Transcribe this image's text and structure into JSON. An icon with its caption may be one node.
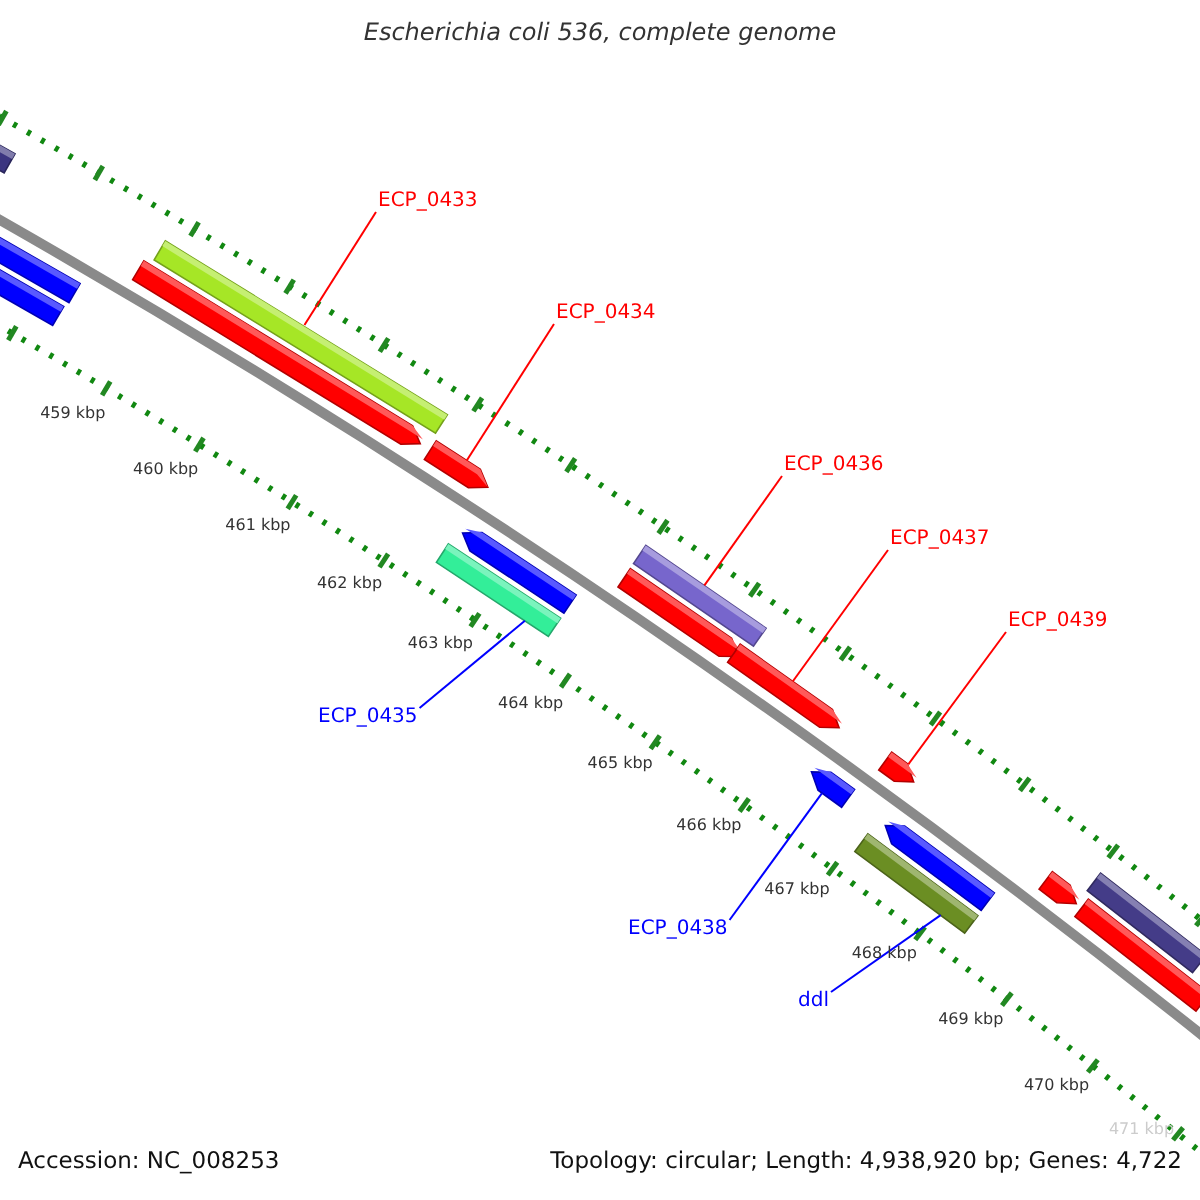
{
  "diagram": {
    "title": "Escherichia coli 536, complete genome",
    "nodes": [
      {
        "text": [],
        "shape": "bar"
      },
      {
        "text": [],
        "shape": "bar"
      },
      {
        "text": [],
        "shape": "bar"
      },
      {
        "text": [],
        "shape": "bar"
      },
      {
        "text": [],
        "shape": "arrow"
      },
      {
        "text": [],
        "shape": "arrow"
      },
      {
        "text": [],
        "shape": "bar"
      },
      {
        "text": [],
        "shape": "arrow"
      },
      {
        "text": [],
        "shape": "bar"
      },
      {
        "text": [],
        "shape": "arrow"
      },
      {
        "text": [],
        "shape": "arrow"
      },
      {
        "text": [],
        "shape": "arrow"
      },
      {
        "text": [],
        "shape": "arrow"
      },
      {
        "text": [],
        "shape": "bar"
      },
      {
        "text": [],
        "shape": "arrow"
      },
      {
        "text": [],
        "shape": "arrow"
      },
      {
        "text": [],
        "shape": "bar"
      },
      {
        "text": [],
        "shape": "bar"
      },
      {
        "text": [
          "ECP_0433"
        ]
      },
      {
        "text": [
          "ECP_0434"
        ]
      },
      {
        "text": [
          "ECP_0436"
        ]
      },
      {
        "text": [
          "ECP_0437"
        ]
      },
      {
        "text": [
          "ECP_0439"
        ]
      },
      {
        "text": [
          "ECP_0435"
        ]
      },
      {
        "text": [
          "ECP_0438"
        ]
      },
      {
        "text": [
          "ddl"
        ]
      }
    ],
    "edges": [
      {
        "from": 18,
        "to": 3,
        "arrow": "none"
      },
      {
        "from": 19,
        "to": 5,
        "arrow": "none"
      },
      {
        "from": 20,
        "to": 8,
        "arrow": "none"
      },
      {
        "from": 21,
        "to": 10,
        "arrow": "none"
      },
      {
        "from": 22,
        "to": 12,
        "arrow": "none"
      },
      {
        "from": 23,
        "to": 6,
        "arrow": "none",
        "color": "#0000ff"
      },
      {
        "from": 24,
        "to": 11,
        "arrow": "none",
        "color": "#0000ff"
      },
      {
        "from": 25,
        "to": 13,
        "arrow": "none",
        "color": "#0000ff"
      }
    ],
    "labels": [
      "459 kbp",
      "460 kbp",
      "461 kbp",
      "462 kbp",
      "463 kbp",
      "464 kbp",
      "465 kbp",
      "466 kbp",
      "467 kbp",
      "468 kbp",
      "469 kbp",
      "470 kbp",
      "471 kbp",
      "Accession: NC_008253",
      "Topology: circular; Length: 4,938,920 bp; Genes: 4,722"
    ]
  }
}
